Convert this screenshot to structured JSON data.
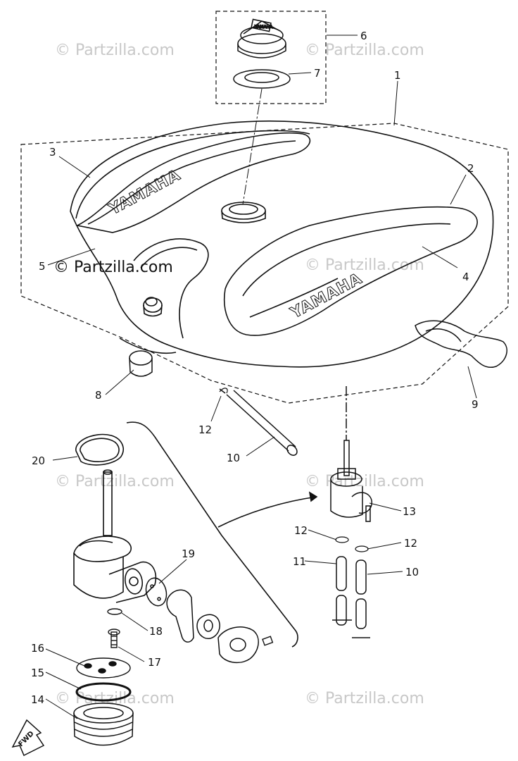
{
  "watermark": "© Partzilla.com",
  "brand_text": "YAMAHA",
  "fwd_label": "FWD",
  "callouts": {
    "c1": "1",
    "c2": "2",
    "c3": "3",
    "c4": "4",
    "c5": "5",
    "c6": "6",
    "c7": "7",
    "c8": "8",
    "c9": "9",
    "c10a": "10",
    "c10b": "10",
    "c11": "11",
    "c12a": "12",
    "c12b": "12",
    "c12c": "12",
    "c13": "13",
    "c14": "14",
    "c15": "15",
    "c16": "16",
    "c17": "17",
    "c18": "18",
    "c19": "19",
    "c20": "20"
  }
}
